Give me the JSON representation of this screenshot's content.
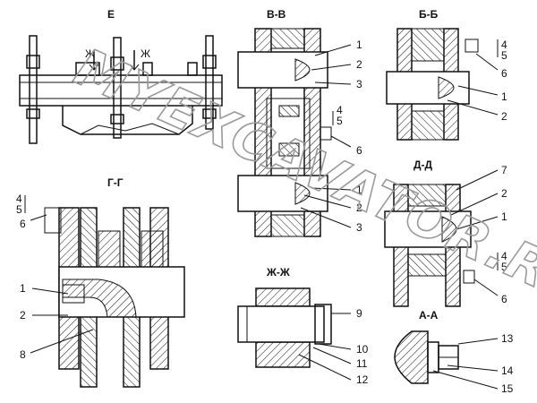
{
  "views": {
    "e": {
      "title": "Е",
      "marker_left": "Ж",
      "marker_right": "Ж"
    },
    "vv": {
      "title": "В-В",
      "callouts": [
        "1",
        "2",
        "3",
        "4",
        "5",
        "6",
        "1",
        "2",
        "3"
      ]
    },
    "bb": {
      "title": "Б-Б",
      "callouts": [
        "4",
        "5",
        "6",
        "1",
        "2"
      ]
    },
    "gg": {
      "title": "Г-Г",
      "callouts": [
        "4",
        "5",
        "6",
        "1",
        "2",
        "8"
      ]
    },
    "dd": {
      "title": "Д-Д",
      "callouts": [
        "7",
        "2",
        "1",
        "4",
        "5",
        "6"
      ]
    },
    "zhzh": {
      "title": "Ж-Ж",
      "callouts": [
        "9",
        "10",
        "11",
        "12"
      ]
    },
    "aa": {
      "title": "А-А",
      "callouts": [
        "13",
        "14",
        "15"
      ]
    }
  },
  "watermark": "MYEXCAVATOR.RU",
  "colors": {
    "line": "#111111",
    "watermark": "#9a9a9a",
    "background": "#ffffff"
  }
}
